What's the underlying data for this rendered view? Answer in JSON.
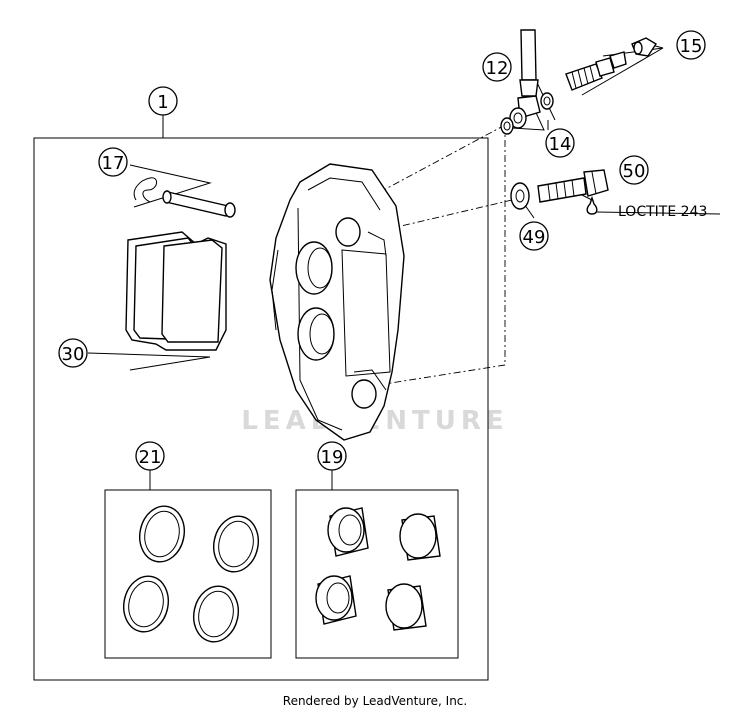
{
  "callouts": {
    "c1": "1",
    "c12": "12",
    "c14": "14",
    "c15": "15",
    "c17": "17",
    "c19": "19",
    "c21": "21",
    "c30": "30",
    "c49": "49",
    "c50": "50"
  },
  "note": "LOCTITE 243",
  "watermark": "LEADVENTURE",
  "credit": "Rendered by LeadVenture, Inc."
}
